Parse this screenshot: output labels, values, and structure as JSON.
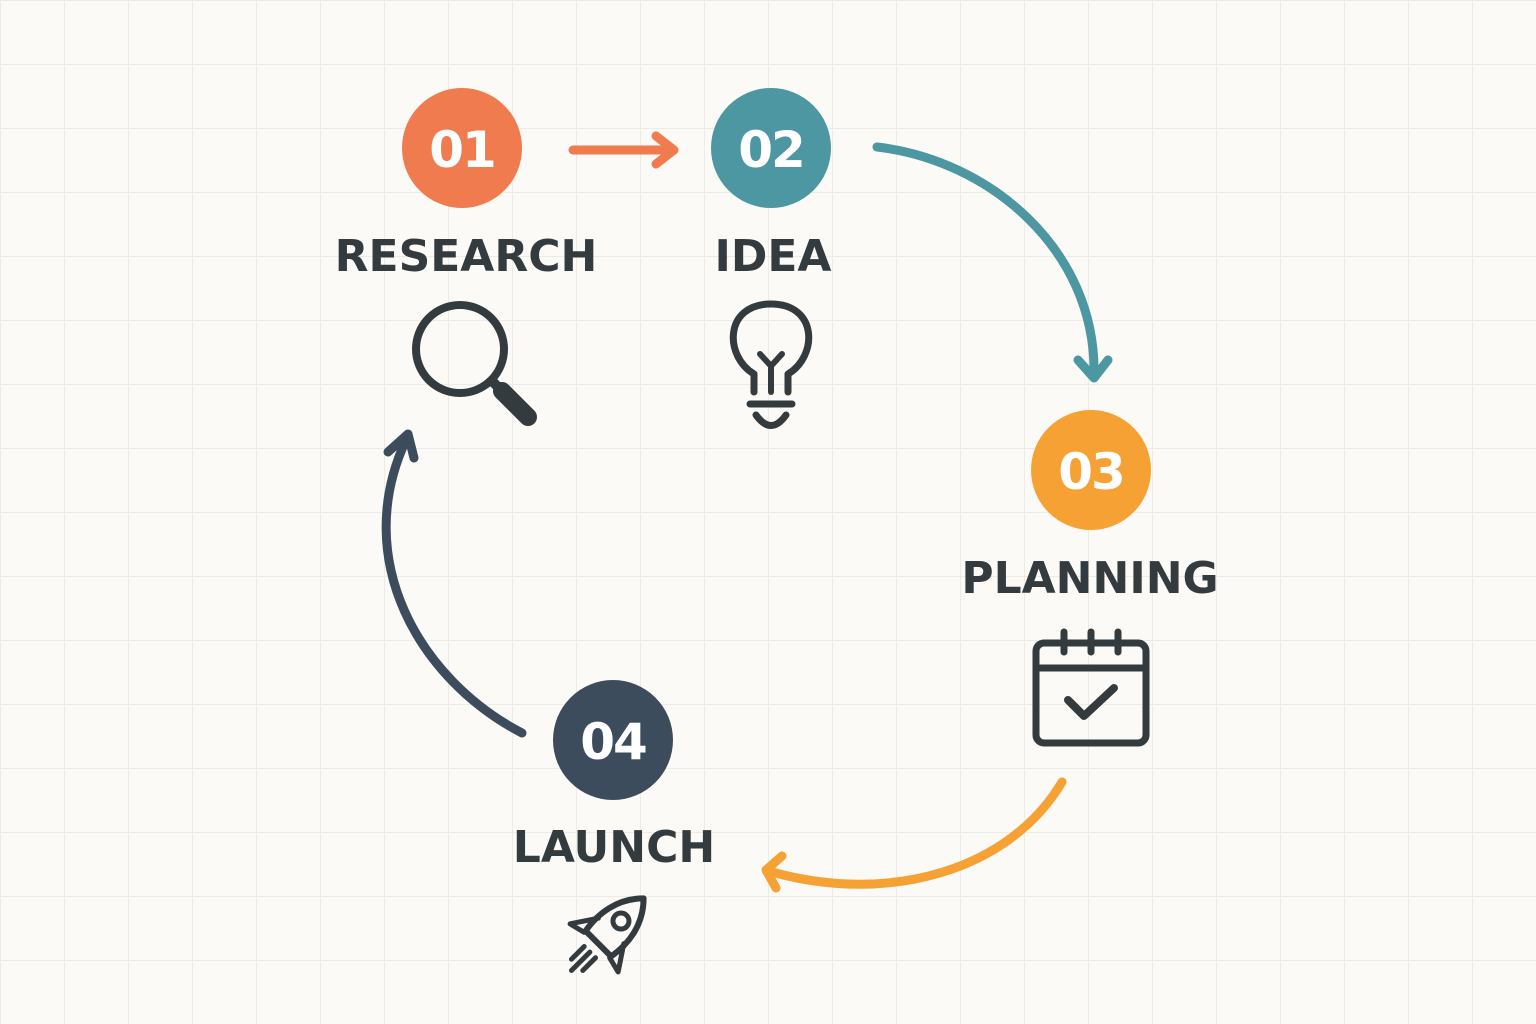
{
  "colors": {
    "background": "#fbfaf6",
    "grid": "#ecebe6",
    "text": "#343b3f",
    "research": "#ef7b4e",
    "idea": "#4c97a2",
    "planning": "#f5a134",
    "launch": "#3d4c5c"
  },
  "steps": [
    {
      "number": "01",
      "label": "RESEARCH",
      "icon": "magnifier-icon"
    },
    {
      "number": "02",
      "label": "IDEA",
      "icon": "lightbulb-icon"
    },
    {
      "number": "03",
      "label": "PLANNING",
      "icon": "calendar-check-icon"
    },
    {
      "number": "04",
      "label": "LAUNCH",
      "icon": "rocket-icon"
    }
  ],
  "flow": [
    {
      "from": "01",
      "to": "02"
    },
    {
      "from": "02",
      "to": "03"
    },
    {
      "from": "03",
      "to": "04"
    },
    {
      "from": "04",
      "to": "01"
    }
  ]
}
